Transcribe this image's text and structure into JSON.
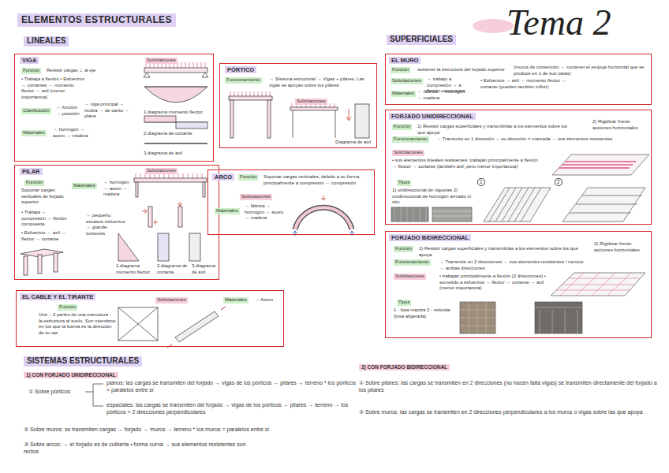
{
  "diagram": {
    "title": "ELEMENTOS ESTRUCTURALES",
    "nodes": [
      {
        "text": [
          "VIGA",
          "Función",
          "Resistir cargas ⊥ al eje",
          "• Trabaja a flexión • Esfuerzos → cortantes → momento flector → axil (menor importancia)",
          "Clasificación",
          "→ función → posición",
          "→ viga principal → riostra → de canto → plana",
          "Materiales",
          "→ hormigón → acero → madera",
          "Solicitaciones",
          "1.diagrama momento flector",
          "2.diagrama de cortante",
          "3.diagrama de axil"
        ]
      },
      {
        "text": [
          "PÓRTICO",
          "Funcionamiento",
          "→ Sistema estructural → Vigas + pilares. Las vigas se apoyan sobre los pilares",
          "Solicitaciones",
          "Diagrama de axil"
        ]
      },
      {
        "text": [
          "PILAR",
          "Función",
          "Soportar cargas verticales de forjado superior",
          "Materiales",
          "→ hormigón → acero → madera",
          "• Trabaja → compresión → flexión compuesta",
          "• Esfuerzos → axil → flector → cortante",
          "→ pequeño: escasos esfuerzos → grande: torsiones",
          "Solicitaciones",
          "1.diagrama momento flector",
          "2.diagrama de cortante",
          "3.diagrama de axil"
        ]
      },
      {
        "text": [
          "ARCO",
          "Función",
          "Soportar cargas verticales, debido a su forma, principalmente a compresión → compresión",
          "Solicitaciones",
          "Materiales",
          "→ fábrica → hormigón → acero → madera"
        ]
      },
      {
        "text": [
          "EL CABLE Y EL TIRANTE",
          "Función",
          "Unir: - 2 partes de una estructura - la estructura al suelo. Son miembros en los que la fuerza es la dirección de su eje",
          "Solicitaciones",
          "Materiales",
          "→ Acero"
        ]
      },
      {
        "text": [
          "EL MURO",
          "Función",
          "sostener la estructura del forjado superior",
          "(muros de contención → contener el empuje horizontal que se produce en 1 de sus caras)",
          "Solicitaciones",
          "→ trabajo a compresión → a flexión compuesta",
          "• Esfuerzos → axil → momento flector → cortante (pueden también influir)",
          "Materiales",
          "→ fábrica → hormigón → madera"
        ]
      },
      {
        "text": [
          "FORJADO UNIDIRECCIONAL",
          "Función",
          "1) Resistir cargas superficiales y transmitirlas a los elementos sobre los que apoya",
          "2) Rigidizar frente acciones horizontales",
          "Funcionamiento",
          "→ Transmite en 1 dirección → su dirección = marcada → sus elementos resistentes",
          "Solicitaciones",
          "• sus elementos lineales resistentes: trabajan principalmente a flexión → flector → cortante (también axil, pero menor importancia)",
          "Tipos",
          "1) unidireccional de viguetas 2) unidireccional de hormigón armado in situ",
          "1",
          "2"
        ]
      },
      {
        "text": [
          "FORJADO BIDIRECCIONAL",
          "Función",
          "1) Resistir cargas superficiales y transmitirlas a los elementos sobre los que apoya",
          "2) Rigidizar frente acciones horizontales",
          "Funcionamiento",
          "→ Transmite en 2 direcciones → sus elementos resistentes / nervios → ambas direcciones",
          "Solicitaciones",
          "• trabajan principalmente a flexión (2 direcciones) • sometido a esfuerzos → flector → cortante → axil (menor importancia)",
          "Tipos",
          "1 - losa maciza 2 - reticular (losa aligerada)"
        ]
      }
    ],
    "labels": [
      "Tema 2",
      "LINEALES",
      "SUPERFICIALES",
      "SISTEMAS ESTRUCTURALES",
      "1) CON FORJADO UNIDIRECCIONAL",
      "① Sobre pórticos",
      "planos: las cargas se transmiten del forjado → vigas de los pórticos → pilares → terreno * los pórticos = paralelos entre sí",
      "espaciales: las cargas se transmiten del forjado → vigas de los pórticos → pilares → terreno → los pórticos = 2 direcciones perpendiculares",
      "② Sobre muros: se transmiten cargas → forjado → muros → terreno * los muros = paralelos entre sí",
      "③ Sobre arcos: → el forjado es de cubierta • forma curva → sus elementos resistentes son rectos",
      "2) CON FORJADO BIDIRECCIONAL",
      "① Sobre pilares: las cargas se transmiten en 2 direcciones (no hacen falta vigas) se transmiten directamente del forjado a los pilares",
      "② Sobre muros: las cargas se transmiten en 2 direcciones perpendiculares a los muros o vigas sobre las que apoya"
    ]
  }
}
